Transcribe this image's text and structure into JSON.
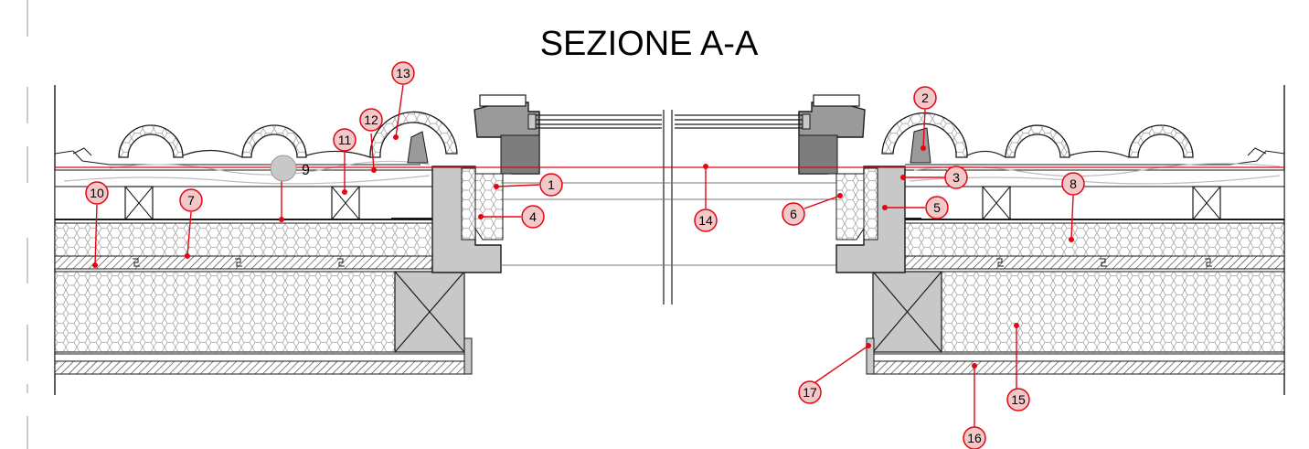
{
  "title": "SEZIONE A-A",
  "callouts": {
    "c1": "1",
    "c2": "2",
    "c3": "3",
    "c4": "4",
    "c5": "5",
    "c6": "6",
    "c7": "7",
    "c8": "8",
    "c9": "9",
    "c10": "10",
    "c11": "11",
    "c12": "12",
    "c13": "13",
    "c14": "14",
    "c15": "15",
    "c16": "16",
    "c17": "17"
  },
  "colors": {
    "callout": "#e30613",
    "frame_fill": "#c8c8c8",
    "line": "#1a1a1a"
  }
}
